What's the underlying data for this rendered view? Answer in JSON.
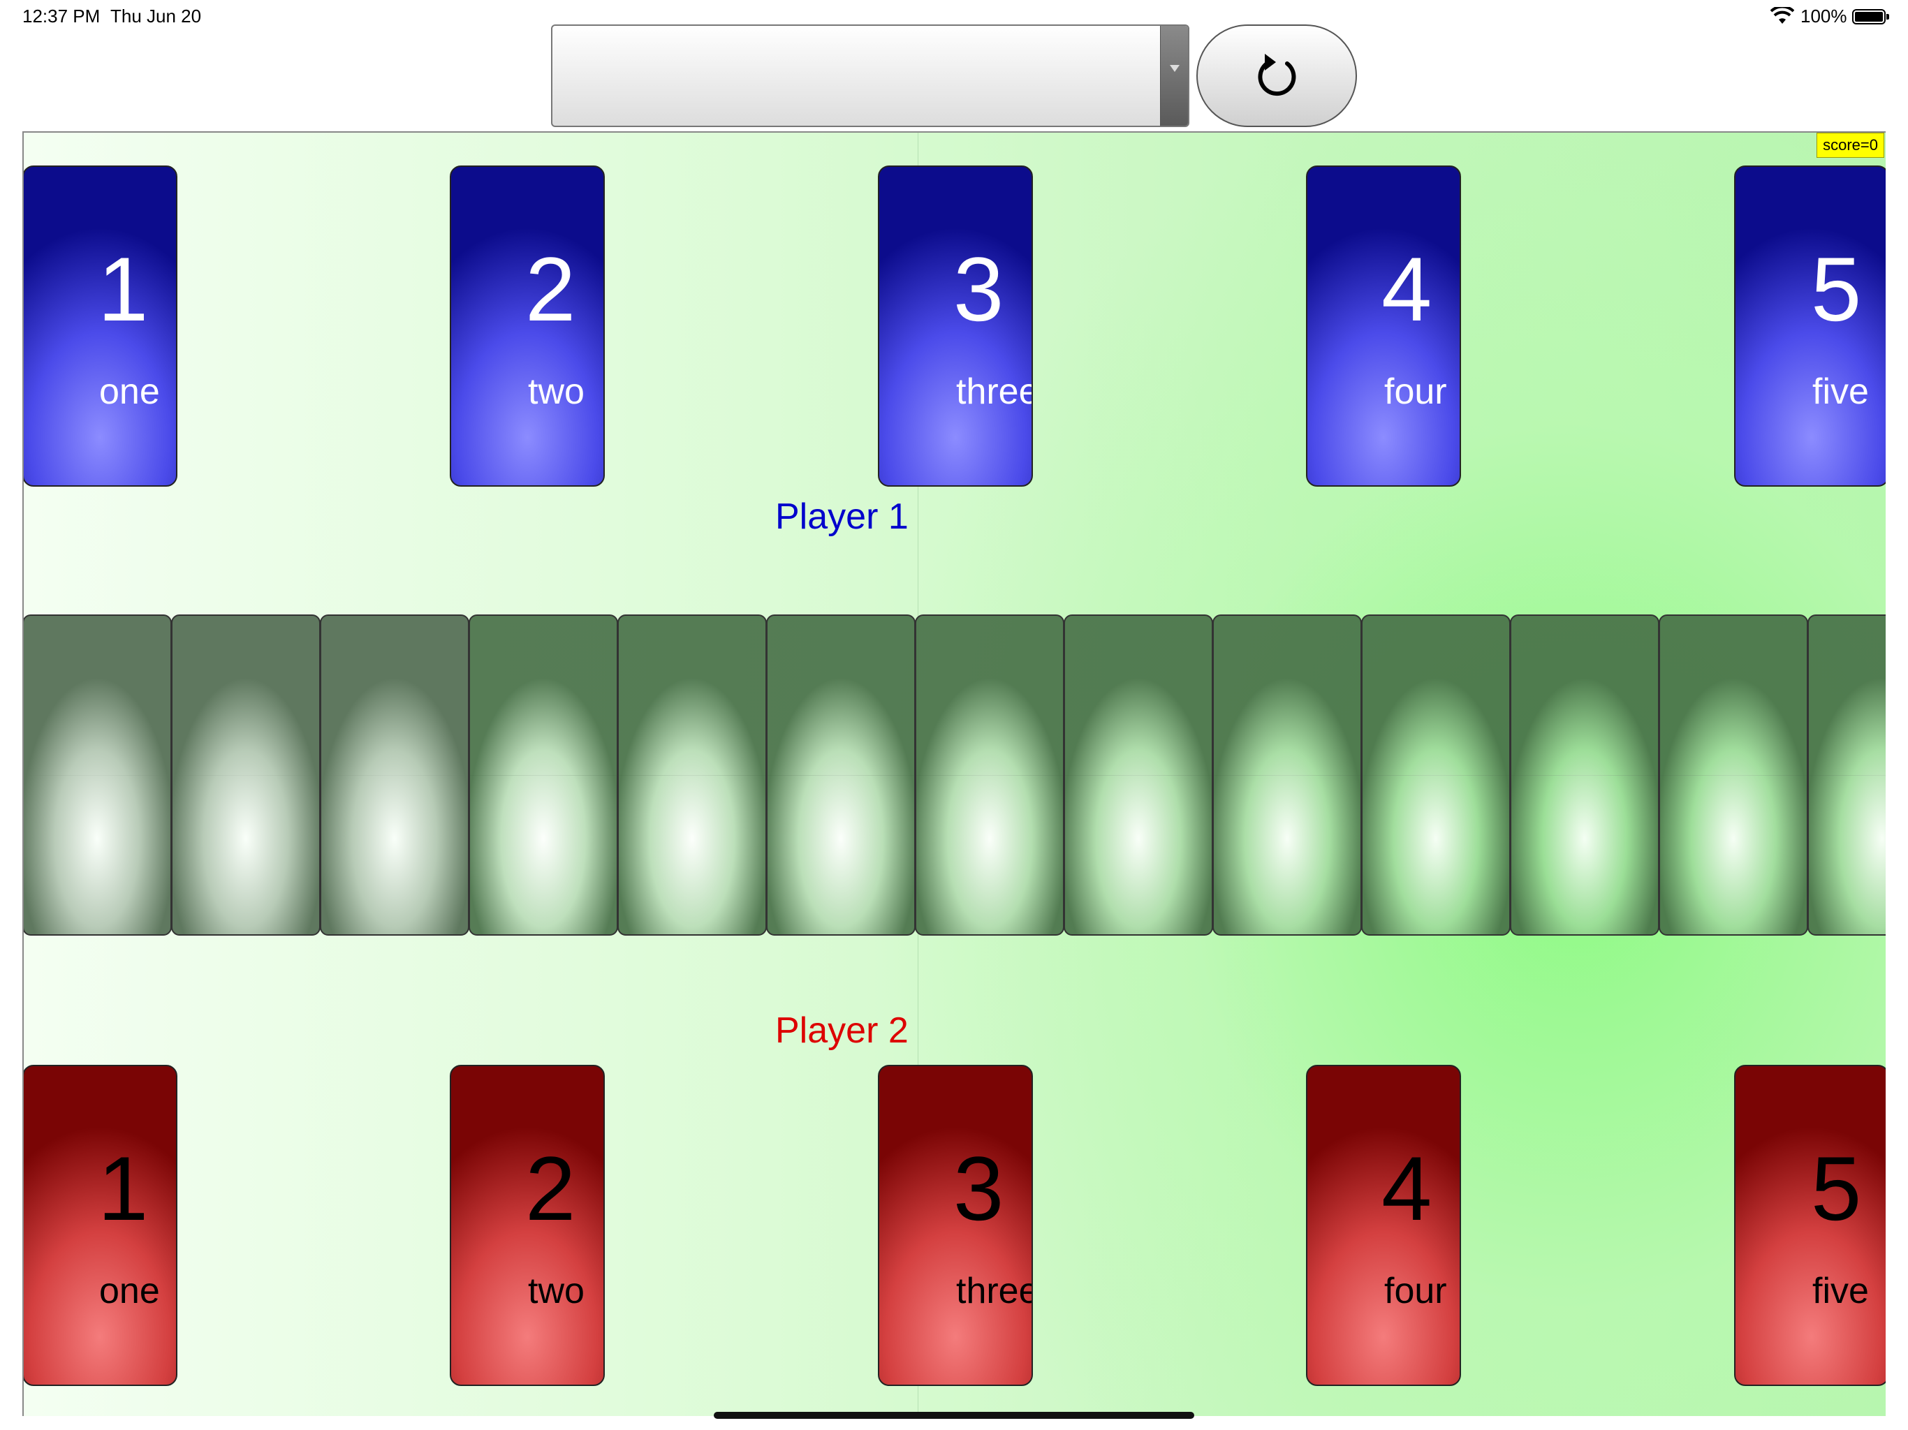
{
  "status_bar": {
    "time": "12:37 PM",
    "date": "Thu Jun 20",
    "battery": "100%"
  },
  "toolbar": {
    "select_value": "",
    "reset_symbol": "↻"
  },
  "board": {
    "score": "score=0",
    "player1_label": "Player 1",
    "player2_label": "Player 2",
    "player1_cards": [
      {
        "num": "1",
        "word": "one"
      },
      {
        "num": "2",
        "word": "two"
      },
      {
        "num": "3",
        "word": "three"
      },
      {
        "num": "4",
        "word": "four"
      },
      {
        "num": "5",
        "word": "five"
      }
    ],
    "player2_cards": [
      {
        "num": "1",
        "word": "one"
      },
      {
        "num": "2",
        "word": "two"
      },
      {
        "num": "3",
        "word": "three"
      },
      {
        "num": "4",
        "word": "four"
      },
      {
        "num": "5",
        "word": "five"
      }
    ],
    "deck_count": 13
  },
  "colors": {
    "player1": "#0000cc",
    "player2": "#dd0000",
    "score_bg": "#ffff00"
  }
}
